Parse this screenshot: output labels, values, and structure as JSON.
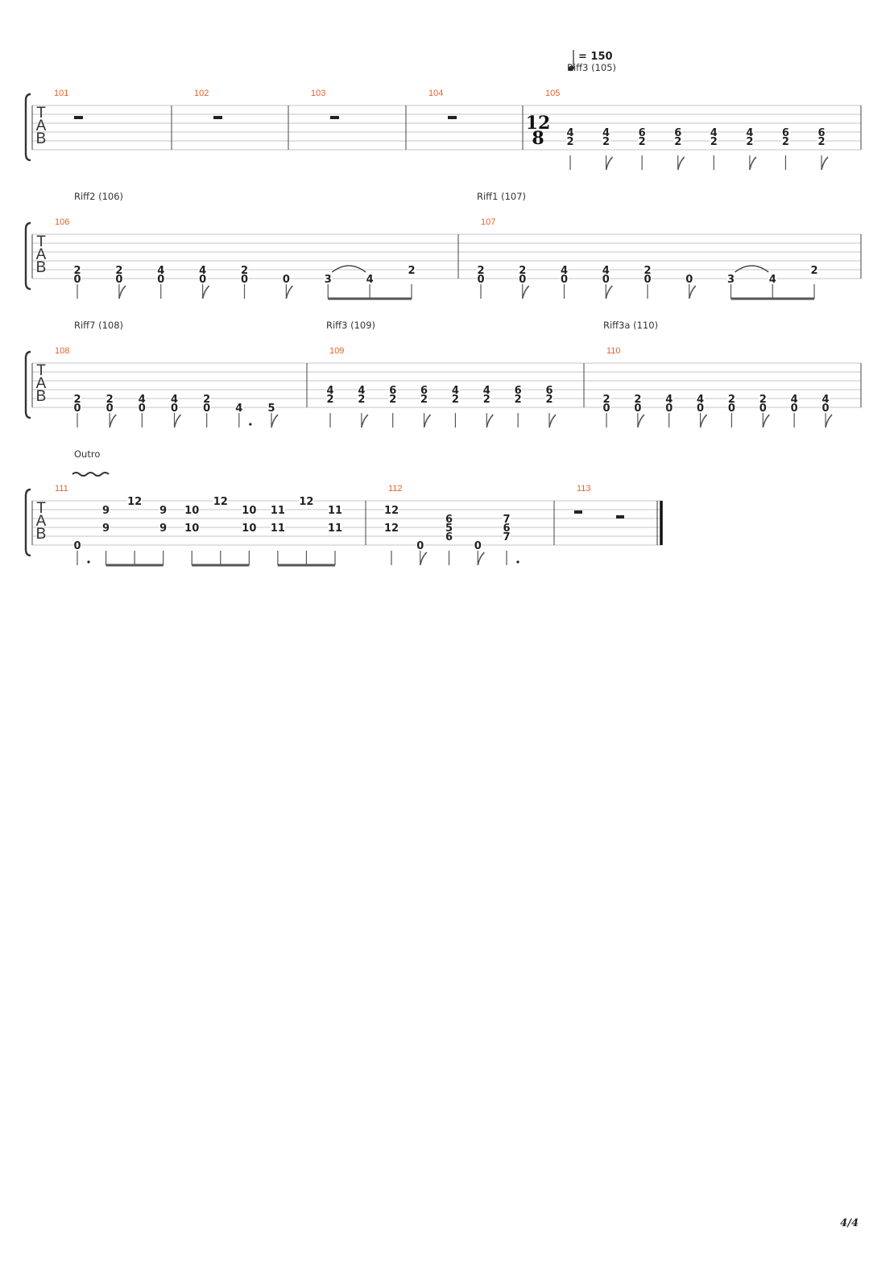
{
  "tempo": {
    "text": "= 150"
  },
  "page_number": "4/4",
  "clef_letters": [
    "T",
    "A",
    "B"
  ],
  "time_signature": {
    "top": "12",
    "bottom": "8",
    "measure": 105
  },
  "sections": [
    {
      "label": "Riff3 (105)",
      "measure": 105
    },
    {
      "label": "Riff2 (106)",
      "measure": 106
    },
    {
      "label": "Riff1 (107)",
      "measure": 107
    },
    {
      "label": "Riff7 (108)",
      "measure": 108
    },
    {
      "label": "Riff3 (109)",
      "measure": 109
    },
    {
      "label": "Riff3a (110)",
      "measure": 110
    },
    {
      "label": "Outro",
      "measure": 111
    }
  ],
  "systems": [
    {
      "measures": [
        {
          "number": "101",
          "rest": true
        },
        {
          "number": "102",
          "rest": true
        },
        {
          "number": "103",
          "rest": true
        },
        {
          "number": "104",
          "rest": true
        },
        {
          "number": "105",
          "beats": [
            {
              "frets": [
                "4",
                "2"
              ],
              "strings": [
                4,
                5
              ],
              "flag": false
            },
            {
              "frets": [
                "4",
                "2"
              ],
              "strings": [
                4,
                5
              ],
              "flag": true
            },
            {
              "frets": [
                "6",
                "2"
              ],
              "strings": [
                4,
                5
              ],
              "flag": false
            },
            {
              "frets": [
                "6",
                "2"
              ],
              "strings": [
                4,
                5
              ],
              "flag": true
            },
            {
              "frets": [
                "4",
                "2"
              ],
              "strings": [
                4,
                5
              ],
              "flag": false
            },
            {
              "frets": [
                "4",
                "2"
              ],
              "strings": [
                4,
                5
              ],
              "flag": true
            },
            {
              "frets": [
                "6",
                "2"
              ],
              "strings": [
                4,
                5
              ],
              "flag": false
            },
            {
              "frets": [
                "6",
                "2"
              ],
              "strings": [
                4,
                5
              ],
              "flag": true
            }
          ]
        }
      ]
    },
    {
      "measures": [
        {
          "number": "106",
          "beats": [
            {
              "frets": [
                "2",
                "0"
              ],
              "strings": [
                5,
                6
              ],
              "flag": false
            },
            {
              "frets": [
                "2",
                "0"
              ],
              "strings": [
                5,
                6
              ],
              "flag": true
            },
            {
              "frets": [
                "4",
                "0"
              ],
              "strings": [
                5,
                6
              ],
              "flag": false
            },
            {
              "frets": [
                "4",
                "0"
              ],
              "strings": [
                5,
                6
              ],
              "flag": true
            },
            {
              "frets": [
                "2",
                "0"
              ],
              "strings": [
                5,
                6
              ],
              "flag": false
            },
            {
              "frets": [
                "0"
              ],
              "strings": [
                6
              ],
              "flag": true
            },
            {
              "frets": [
                "3"
              ],
              "strings": [
                6
              ],
              "flag": false,
              "slur_to_next": true
            },
            {
              "frets": [
                "4"
              ],
              "strings": [
                6
              ],
              "flag": false
            },
            {
              "frets": [
                "2"
              ],
              "strings": [
                5
              ],
              "flag": false
            }
          ]
        },
        {
          "number": "107",
          "beats": [
            {
              "frets": [
                "2",
                "0"
              ],
              "strings": [
                5,
                6
              ],
              "flag": false
            },
            {
              "frets": [
                "2",
                "0"
              ],
              "strings": [
                5,
                6
              ],
              "flag": true
            },
            {
              "frets": [
                "4",
                "0"
              ],
              "strings": [
                5,
                6
              ],
              "flag": false
            },
            {
              "frets": [
                "4",
                "0"
              ],
              "strings": [
                5,
                6
              ],
              "flag": true
            },
            {
              "frets": [
                "2",
                "0"
              ],
              "strings": [
                5,
                6
              ],
              "flag": false
            },
            {
              "frets": [
                "0"
              ],
              "strings": [
                6
              ],
              "flag": true
            },
            {
              "frets": [
                "3"
              ],
              "strings": [
                6
              ],
              "flag": false,
              "slur_to_next": true
            },
            {
              "frets": [
                "4"
              ],
              "strings": [
                6
              ],
              "flag": false
            },
            {
              "frets": [
                "2"
              ],
              "strings": [
                5
              ],
              "flag": false
            }
          ]
        }
      ]
    },
    {
      "measures": [
        {
          "number": "108",
          "beats": [
            {
              "frets": [
                "2",
                "0"
              ],
              "strings": [
                5,
                6
              ],
              "flag": false
            },
            {
              "frets": [
                "2",
                "0"
              ],
              "strings": [
                5,
                6
              ],
              "flag": true
            },
            {
              "frets": [
                "4",
                "0"
              ],
              "strings": [
                5,
                6
              ],
              "flag": false
            },
            {
              "frets": [
                "4",
                "0"
              ],
              "strings": [
                5,
                6
              ],
              "flag": true
            },
            {
              "frets": [
                "2",
                "0"
              ],
              "strings": [
                5,
                6
              ],
              "flag": false
            },
            {
              "frets": [
                "4"
              ],
              "strings": [
                6
              ],
              "flag": false,
              "dotted": true
            },
            {
              "frets": [
                "5"
              ],
              "strings": [
                6
              ],
              "flag": true
            }
          ]
        },
        {
          "number": "109",
          "beats": [
            {
              "frets": [
                "4",
                "2"
              ],
              "strings": [
                4,
                5
              ],
              "flag": false
            },
            {
              "frets": [
                "4",
                "2"
              ],
              "strings": [
                4,
                5
              ],
              "flag": true
            },
            {
              "frets": [
                "6",
                "2"
              ],
              "strings": [
                4,
                5
              ],
              "flag": false
            },
            {
              "frets": [
                "6",
                "2"
              ],
              "strings": [
                4,
                5
              ],
              "flag": true
            },
            {
              "frets": [
                "4",
                "2"
              ],
              "strings": [
                4,
                5
              ],
              "flag": false
            },
            {
              "frets": [
                "4",
                "2"
              ],
              "strings": [
                4,
                5
              ],
              "flag": true
            },
            {
              "frets": [
                "6",
                "2"
              ],
              "strings": [
                4,
                5
              ],
              "flag": false
            },
            {
              "frets": [
                "6",
                "2"
              ],
              "strings": [
                4,
                5
              ],
              "flag": true
            }
          ]
        },
        {
          "number": "110",
          "beats": [
            {
              "frets": [
                "2",
                "0"
              ],
              "strings": [
                5,
                6
              ],
              "flag": false
            },
            {
              "frets": [
                "2",
                "0"
              ],
              "strings": [
                5,
                6
              ],
              "flag": true
            },
            {
              "frets": [
                "4",
                "0"
              ],
              "strings": [
                5,
                6
              ],
              "flag": false
            },
            {
              "frets": [
                "4",
                "0"
              ],
              "strings": [
                5,
                6
              ],
              "flag": true
            },
            {
              "frets": [
                "2",
                "0"
              ],
              "strings": [
                5,
                6
              ],
              "flag": false
            },
            {
              "frets": [
                "2",
                "0"
              ],
              "strings": [
                5,
                6
              ],
              "flag": true
            },
            {
              "frets": [
                "4",
                "0"
              ],
              "strings": [
                5,
                6
              ],
              "flag": false
            },
            {
              "frets": [
                "4",
                "0"
              ],
              "strings": [
                5,
                6
              ],
              "flag": true
            }
          ]
        }
      ]
    },
    {
      "measures": [
        {
          "number": "111",
          "beats": [
            {
              "frets": [
                "0"
              ],
              "strings": [
                6
              ],
              "flag": false,
              "dotted": true
            },
            {
              "frets": [
                "9",
                "9"
              ],
              "strings": [
                2,
                4
              ],
              "flag": false,
              "beam_group": 1
            },
            {
              "frets": [
                "12"
              ],
              "strings": [
                1
              ],
              "flag": false,
              "beam_group": 1
            },
            {
              "frets": [
                "9",
                "9"
              ],
              "strings": [
                2,
                4
              ],
              "flag": false,
              "beam_group": 1
            },
            {
              "frets": [
                "10",
                "10"
              ],
              "strings": [
                2,
                4
              ],
              "flag": false,
              "beam_group": 2
            },
            {
              "frets": [
                "12"
              ],
              "strings": [
                1
              ],
              "flag": false,
              "beam_group": 2
            },
            {
              "frets": [
                "10",
                "10"
              ],
              "strings": [
                2,
                4
              ],
              "flag": false,
              "beam_group": 2
            },
            {
              "frets": [
                "11",
                "11"
              ],
              "strings": [
                2,
                4
              ],
              "flag": false,
              "beam_group": 3
            },
            {
              "frets": [
                "12"
              ],
              "strings": [
                1
              ],
              "flag": false,
              "beam_group": 3
            },
            {
              "frets": [
                "11",
                "11"
              ],
              "strings": [
                2,
                4
              ],
              "flag": false,
              "beam_group": 3
            }
          ]
        },
        {
          "number": "112",
          "beats": [
            {
              "frets": [
                "12",
                "12"
              ],
              "strings": [
                2,
                4
              ],
              "flag": false
            },
            {
              "frets": [
                "0"
              ],
              "strings": [
                6
              ],
              "flag": true
            },
            {
              "frets": [
                "6",
                "5",
                "6"
              ],
              "strings": [
                3,
                4,
                5
              ],
              "flag": false
            },
            {
              "frets": [
                "0"
              ],
              "strings": [
                6
              ],
              "flag": true
            },
            {
              "frets": [
                "7",
                "6",
                "7"
              ],
              "strings": [
                3,
                4,
                5
              ],
              "flag": false,
              "dotted": true
            }
          ]
        },
        {
          "number": "113",
          "rest": true,
          "double_rest": true,
          "final": true
        }
      ]
    }
  ]
}
